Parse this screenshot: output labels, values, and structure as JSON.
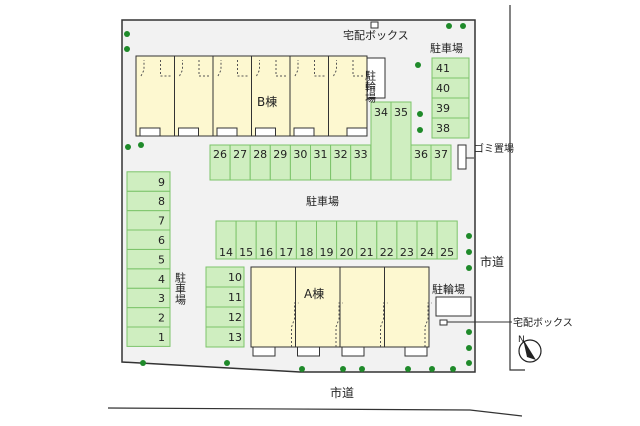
{
  "labels": {
    "delivery_box": "宅配ボックス",
    "parking": "駐車場",
    "bike_parking": "駐輪場",
    "garbage": "ゴミ置場",
    "building_a": "A棟",
    "building_b": "B棟",
    "city_road": "市道",
    "north": "N"
  },
  "parking_spots": {
    "left_column": [
      "1",
      "2",
      "3",
      "4",
      "5",
      "6",
      "7",
      "8",
      "9"
    ],
    "mid_column": [
      "10",
      "11",
      "12",
      "13"
    ],
    "middle_row": [
      "14",
      "15",
      "16",
      "17",
      "18",
      "19",
      "20",
      "21",
      "22",
      "23",
      "24",
      "25"
    ],
    "upper_row": [
      "26",
      "27",
      "28",
      "29",
      "30",
      "31",
      "32",
      "33"
    ],
    "tall_pair": [
      "34",
      "35"
    ],
    "right_pair": [
      "36",
      "37"
    ],
    "right_column": [
      "38",
      "39",
      "40",
      "41"
    ]
  },
  "colors": {
    "site": "#f2f2f2",
    "spot": "#cfeec0",
    "spot_border": "#7cc46a",
    "building": "#fdf8d0",
    "tree": "#1f8a2a"
  }
}
